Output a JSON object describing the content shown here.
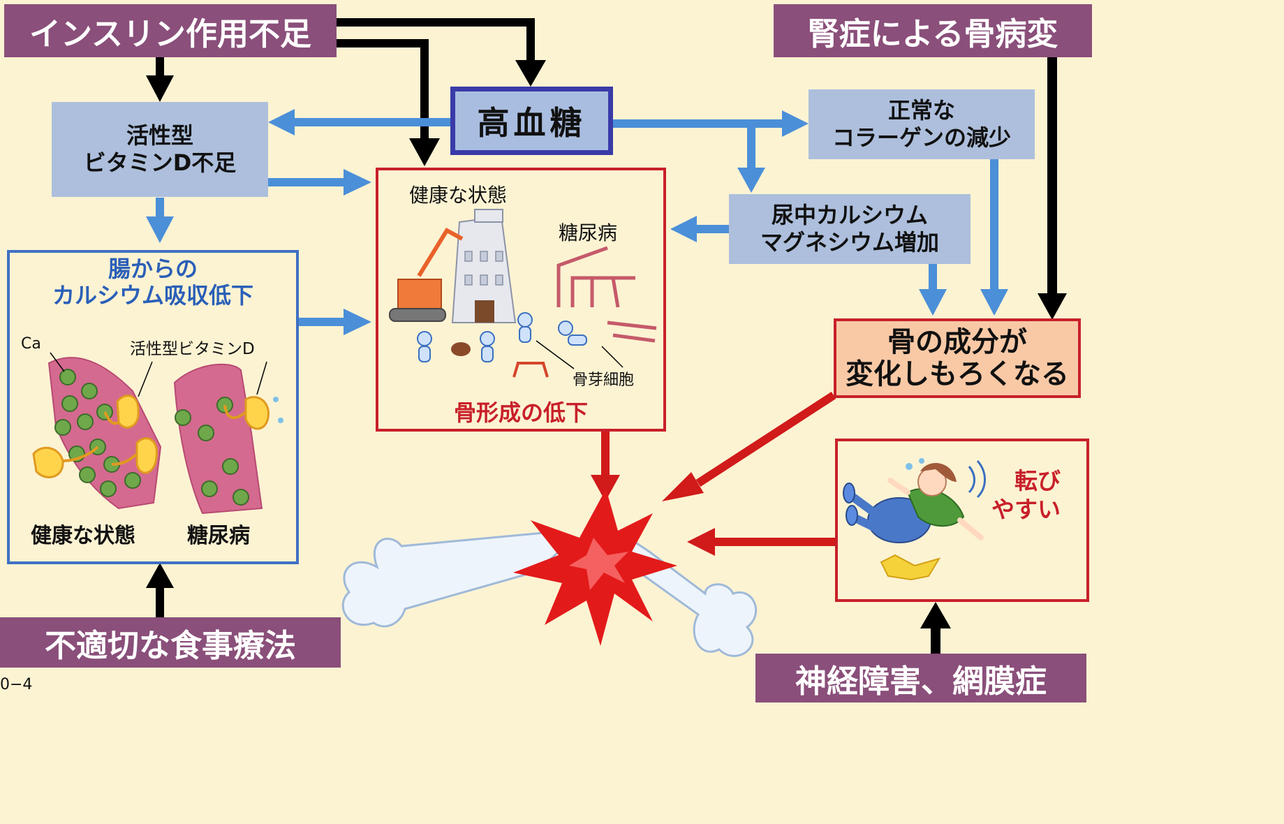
{
  "boxes": {
    "insulin": "インスリン作用不足",
    "renal": "腎症による骨病変",
    "hyperglycemia": "高血糖",
    "vitd_line1": "活性型",
    "vitd_line2": "ビタミンD不足",
    "collagen_line1": "正常な",
    "collagen_line2": "コラーゲンの減少",
    "urine_line1": "尿中カルシウム",
    "urine_line2": "マグネシウム増加",
    "bone_change_line1": "骨の成分が",
    "bone_change_line2": "変化しもろくなる",
    "diet": "不適切な食事療法",
    "neuro": "神経障害、網膜症"
  },
  "gut_panel": {
    "title_line1": "腸からの",
    "title_line2": "カルシウム吸収低下",
    "ca_label": "Ca",
    "vitd_label": "活性型ビタミンD",
    "healthy_label": "健康な状態",
    "diabetes_label": "糖尿病"
  },
  "bone_panel": {
    "healthy_label": "健康な状態",
    "diabetes_label": "糖尿病",
    "osteoblast_label": "骨芽細胞",
    "caption": "骨形成の低下"
  },
  "fall_panel": {
    "label_line1": "転び",
    "label_line2": "やすい"
  },
  "figure_number": "0−4",
  "colors": {
    "background": "#fcf3d3",
    "purple_box": "#8a4f7a",
    "blue_box": "#adbfdc",
    "blue_arrow": "#4b8fd8",
    "red_arrow": "#d11a1a",
    "black_arrow": "#000000",
    "caption_red": "#c8202a",
    "title_blue": "#2a5fb8"
  }
}
